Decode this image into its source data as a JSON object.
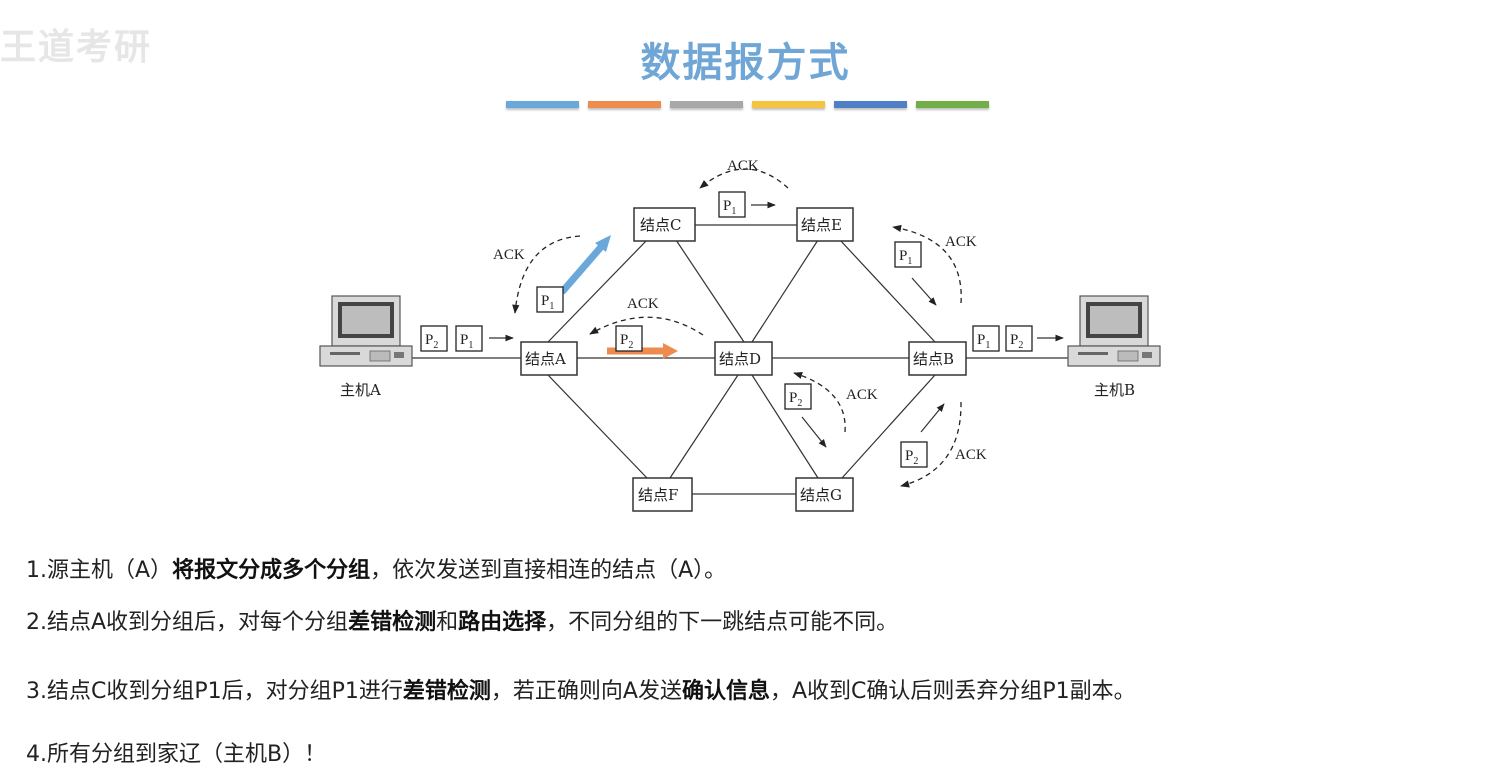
{
  "watermark": "王道考研",
  "title": "数据报方式",
  "color_bars": [
    "#6aa8dc",
    "#ed8c4e",
    "#a8a8a8",
    "#f5c242",
    "#4f7fc6",
    "#72ad48"
  ],
  "diagram": {
    "hosts": [
      {
        "id": "hostA",
        "label": "主机A"
      },
      {
        "id": "hostB",
        "label": "主机B"
      }
    ],
    "nodes": [
      {
        "id": "A",
        "label": "结点A"
      },
      {
        "id": "C",
        "label": "结点C"
      },
      {
        "id": "E",
        "label": "结点E"
      },
      {
        "id": "D",
        "label": "结点D"
      },
      {
        "id": "B",
        "label": "结点B"
      },
      {
        "id": "F",
        "label": "结点F"
      },
      {
        "id": "G",
        "label": "结点G"
      }
    ],
    "links": [
      [
        "hostA",
        "A"
      ],
      [
        "A",
        "C"
      ],
      [
        "A",
        "D"
      ],
      [
        "A",
        "F"
      ],
      [
        "C",
        "D"
      ],
      [
        "C",
        "E"
      ],
      [
        "E",
        "D"
      ],
      [
        "E",
        "B"
      ],
      [
        "D",
        "B"
      ],
      [
        "D",
        "F"
      ],
      [
        "D",
        "G"
      ],
      [
        "F",
        "G"
      ],
      [
        "G",
        "B"
      ],
      [
        "B",
        "hostB"
      ]
    ],
    "packet_P": "P",
    "packet_sub_1": "1",
    "packet_sub_2": "2",
    "ack": "ACK"
  },
  "steps": [
    {
      "num": "1.",
      "parts": [
        {
          "t": "源主机（A）",
          "b": false
        },
        {
          "t": "将报文分成多个分组",
          "b": true
        },
        {
          "t": "，依次发送到直接相连的结点（A）。",
          "b": false
        }
      ]
    },
    {
      "num": "2.",
      "parts": [
        {
          "t": "结点A收到分组后，对每个分组",
          "b": false
        },
        {
          "t": "差错检测",
          "b": true
        },
        {
          "t": "和",
          "b": false
        },
        {
          "t": "路由选择",
          "b": true
        },
        {
          "t": "，不同分组的下一跳结点可能不同。",
          "b": false
        }
      ]
    },
    {
      "num": "3.",
      "parts": [
        {
          "t": "结点C收到分组P1后，对分组P1进行",
          "b": false
        },
        {
          "t": "差错检测",
          "b": true
        },
        {
          "t": "，若正确则向A发送",
          "b": false
        },
        {
          "t": "确认信息",
          "b": true
        },
        {
          "t": "，A收到C确认后则丢弃分组P1副本。",
          "b": false
        }
      ]
    },
    {
      "num": "4.",
      "parts": [
        {
          "t": "所有分组到家辽（主机B）！",
          "b": false
        }
      ]
    }
  ]
}
